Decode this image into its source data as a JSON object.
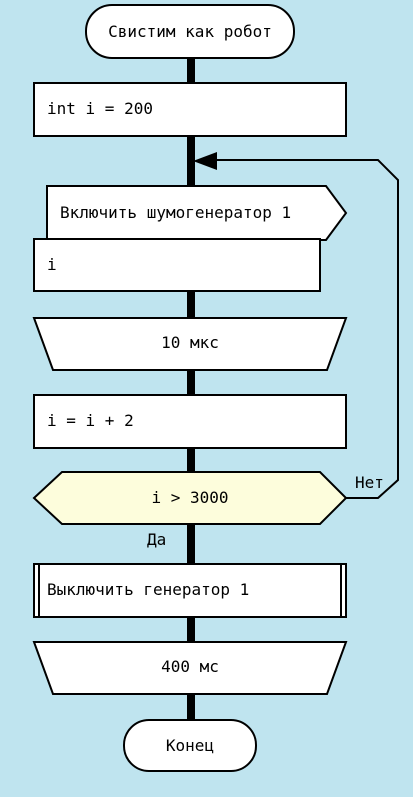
{
  "diagram": {
    "title": "Свистим как робот",
    "init": "int i = 200",
    "action": "Включить шумогенератор 1",
    "action_param": "i",
    "delay1": "10 мкс",
    "increment": "i = i + 2",
    "condition": "i > 3000",
    "yes_label": "Да",
    "no_label": "Нет",
    "action2": "Выключить генератор 1",
    "delay2": "400 мс",
    "end": "Конец"
  },
  "colors": {
    "background": "#bfe4ef",
    "block_fill": "#ffffff",
    "condition_fill": "#fdfddc",
    "line": "#000000"
  }
}
